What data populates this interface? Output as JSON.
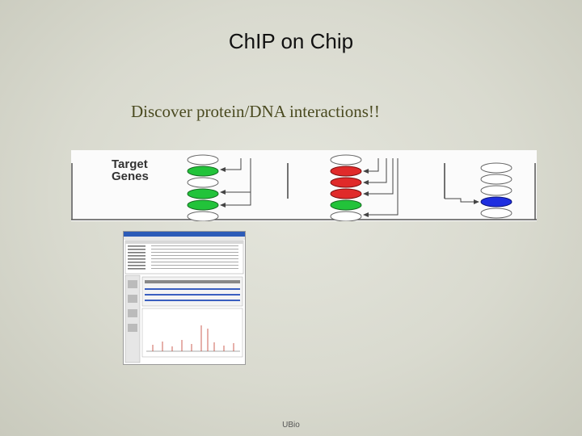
{
  "slide": {
    "title": "ChIP on Chip",
    "subtitle": "Discover protein/DNA interactions!!",
    "footer": "UBio"
  },
  "diagram": {
    "label_line1": "Target",
    "label_line2": "Genes",
    "colors": {
      "green": "#22c33a",
      "red": "#e02a2a",
      "blue": "#1e2ee0",
      "white": "#ffffff"
    },
    "group_1": [
      "white",
      "green",
      "white",
      "green",
      "green",
      "white"
    ],
    "group_2": [
      "white",
      "red",
      "red",
      "red",
      "green",
      "white"
    ],
    "group_3": [
      "white",
      "white",
      "white",
      "blue",
      "white"
    ]
  },
  "software": {
    "bars": "#3a5fc0"
  }
}
